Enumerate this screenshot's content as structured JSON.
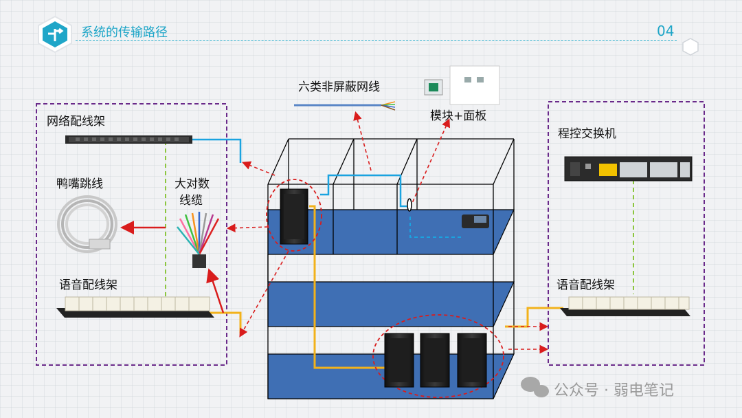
{
  "header": {
    "title": "系统的传输路径",
    "page_number": "04"
  },
  "labels": {
    "cat6_utp": "六类非屏蔽网线",
    "module_panel": "模块+面板",
    "network_patch_panel": "网络配线架",
    "duckbill_jumper": "鸭嘴跳线",
    "large_pair_cable_line1": "大对数",
    "large_pair_cable_line2": "线缆",
    "voice_patch_panel_left": "语音配线架",
    "pbx": "程控交换机",
    "voice_patch_panel_right": "语音配线架"
  },
  "watermark": "公众号 · 弱电笔记",
  "colors": {
    "accent": "#1fa6c8",
    "frame_purple": "#6a2a8a",
    "floor_blue": "#3f6fb4",
    "cable_blue": "#1aa3e0",
    "cable_yellow": "#f2b21b",
    "arrow_red": "#d91c1c",
    "dashed_green": "#8cc63f"
  }
}
